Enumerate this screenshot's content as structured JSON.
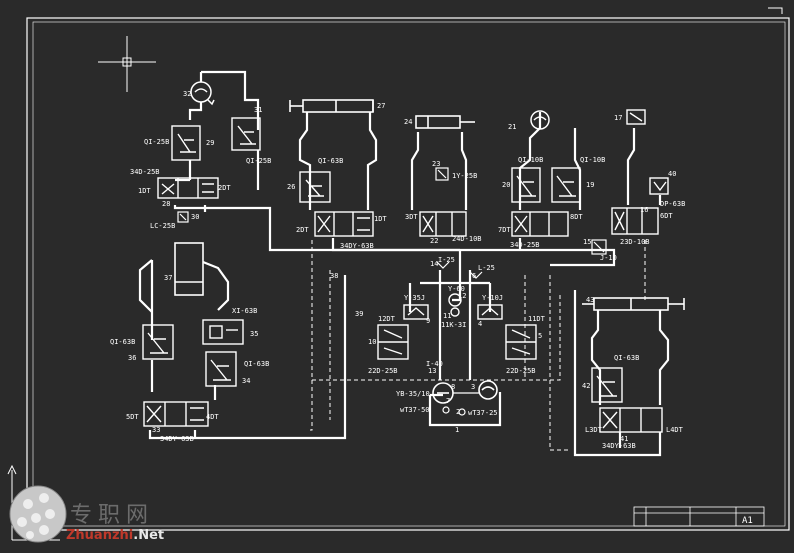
{
  "sheet": {
    "size": "A1"
  },
  "components": [
    {
      "id": "32",
      "type": "pump"
    },
    {
      "id": "31",
      "type": "valve"
    },
    {
      "id": "27",
      "type": "cylinder"
    },
    {
      "id": "24",
      "type": "cylinder"
    },
    {
      "id": "21",
      "type": "pump"
    },
    {
      "id": "17",
      "type": "valve"
    },
    {
      "id": "40",
      "type": "valve"
    },
    {
      "id": "43",
      "type": "cylinder"
    },
    {
      "id": "37",
      "type": "accumulator"
    },
    {
      "id": "38",
      "type": "line"
    },
    {
      "id": "39",
      "type": "line"
    }
  ],
  "labels": {
    "l1": "QI-25B",
    "l2": "29",
    "l3": "31",
    "l4": "QI-25B",
    "l5": "32",
    "l6": "34D-25B",
    "l7": "1DT",
    "l8": "2DT",
    "l9": "28",
    "l10": "30",
    "l11": "LC-25B",
    "l12": "27",
    "l13": "QI-63B",
    "l14": "26",
    "l15": "2DT",
    "l16": "1DT",
    "l17": "34DY-63B",
    "l18": "24",
    "l19": "23",
    "l20": "1Y-25B",
    "l21": "3DT",
    "l22": "22",
    "l23": "24D-10B",
    "l24": "21",
    "l25": "QI-10B",
    "l26": "QI-10B",
    "l27": "20",
    "l28": "19",
    "l29": "7DT",
    "l30": "8DT",
    "l31": "34D-25B",
    "l32": "17",
    "l33": "40",
    "l34": "DP-63B",
    "l35": "16",
    "l36": "6DT",
    "l37": "23D-10B",
    "l38": "15",
    "l39": "J-10",
    "l40": "L-25",
    "l41": "I-25",
    "l42": "6",
    "l43": "Y-60",
    "l44": "12",
    "l45": "11",
    "l46": "11K-3I",
    "l47": "Y-35J",
    "l48": "Y-10J",
    "l49": "9",
    "l50": "4",
    "l51": "12DT",
    "l52": "10",
    "l53": "22D-25B",
    "l54": "11DT",
    "l55": "5",
    "l56": "22D-25B",
    "l57": "I-40",
    "l58": "13",
    "l59": "YB-35/10",
    "l60": "wT37-50",
    "l61": "2",
    "l62": "wT37-25",
    "l63": "8",
    "l64": "3",
    "l65": "7",
    "l66": "1",
    "l67": "36",
    "l68": "37",
    "l69": "QI-63B",
    "l70": "XI-63B",
    "l71": "35",
    "l72": "QI-63B",
    "l73": "34",
    "l74": "5DT",
    "l75": "4DT",
    "l76": "33",
    "l77": "34DY-63B",
    "l78": "43",
    "l79": "QI-63B",
    "l80": "42",
    "l81": "L3DT",
    "l82": "41",
    "l83": "L4DT",
    "l84": "34DY-63B",
    "l85": "38",
    "l86": "39",
    "l87": "14"
  },
  "watermark": {
    "cn": "专职网",
    "en_a": "Zhuanzhi",
    "en_b": ".Net"
  },
  "colors": {
    "background": "#2a2a2a",
    "line": "#ffffff",
    "frame": "#ffffff"
  }
}
